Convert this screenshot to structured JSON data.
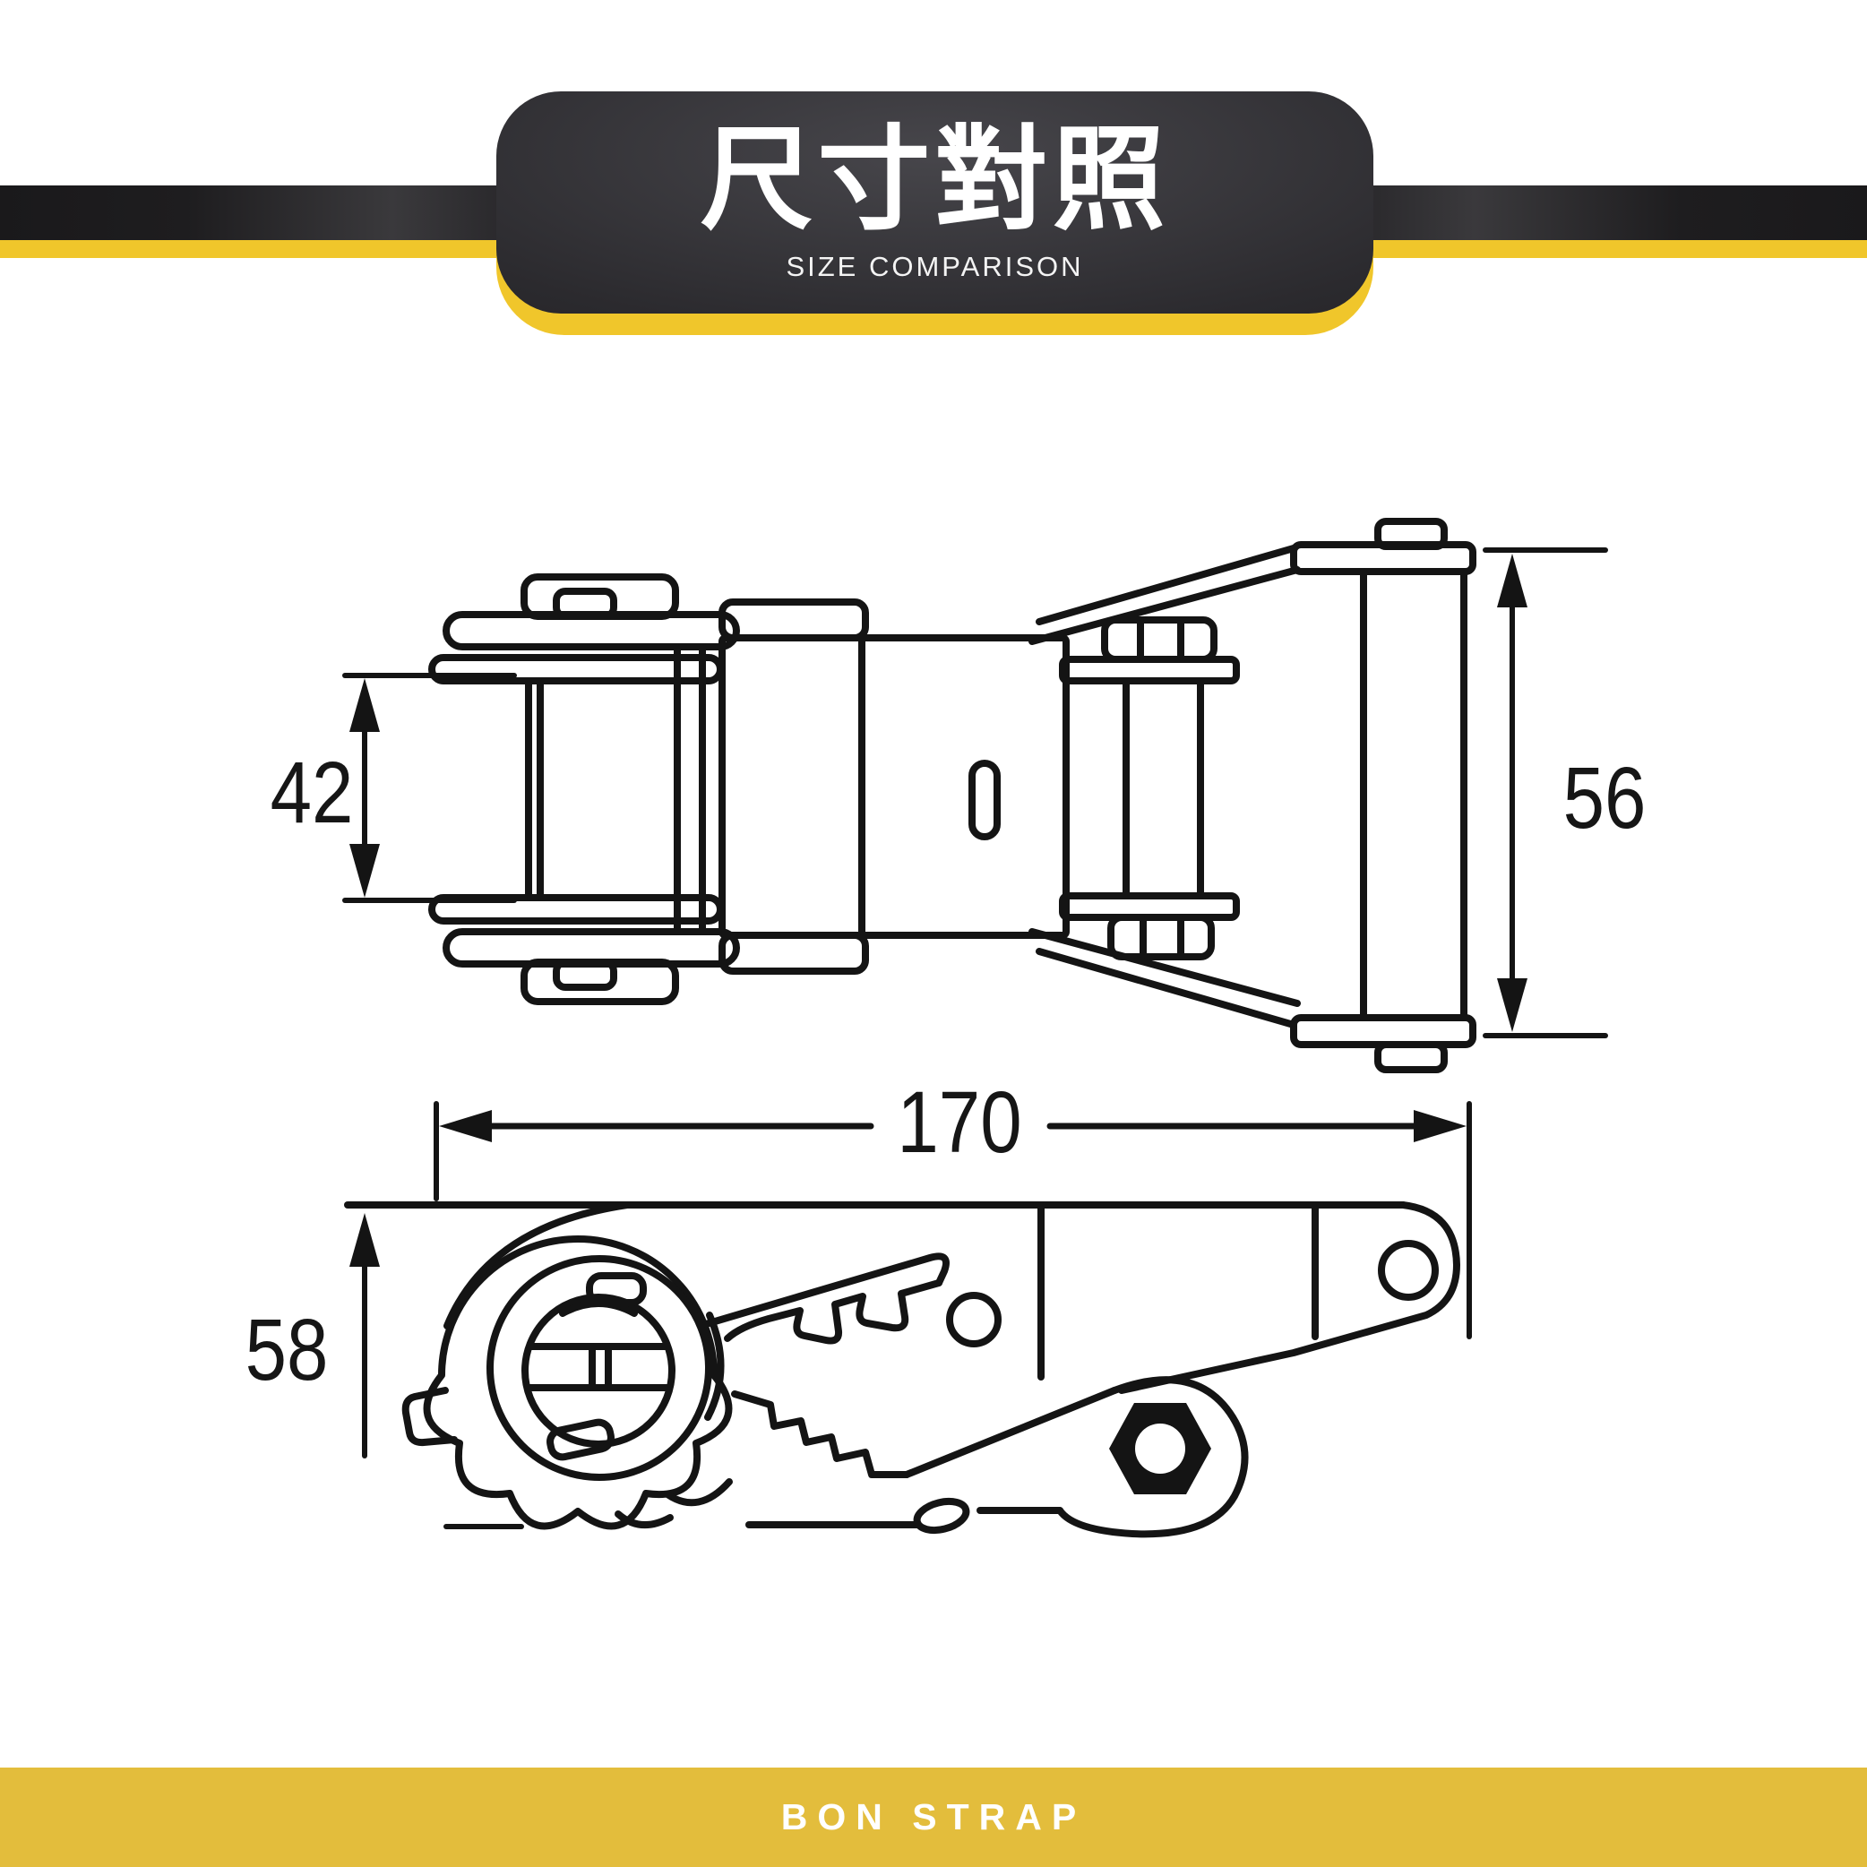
{
  "header": {
    "title": "尺寸對照",
    "subtitle": "SIZE COMPARISON",
    "badge_dark_color": "#2b2a2e",
    "accent_yellow": "#f0c62b"
  },
  "diagram": {
    "description": "ratchet buckle technical drawing, top view and side view",
    "line_color": "#141414",
    "top_view": {
      "webbing_width_mm": "42",
      "handle_bar_height_mm": "56"
    },
    "side_view": {
      "overall_length_mm": "170",
      "body_height_mm": "58"
    }
  },
  "footer": {
    "brand": "BON STRAP",
    "background": "#e3bd3c"
  }
}
